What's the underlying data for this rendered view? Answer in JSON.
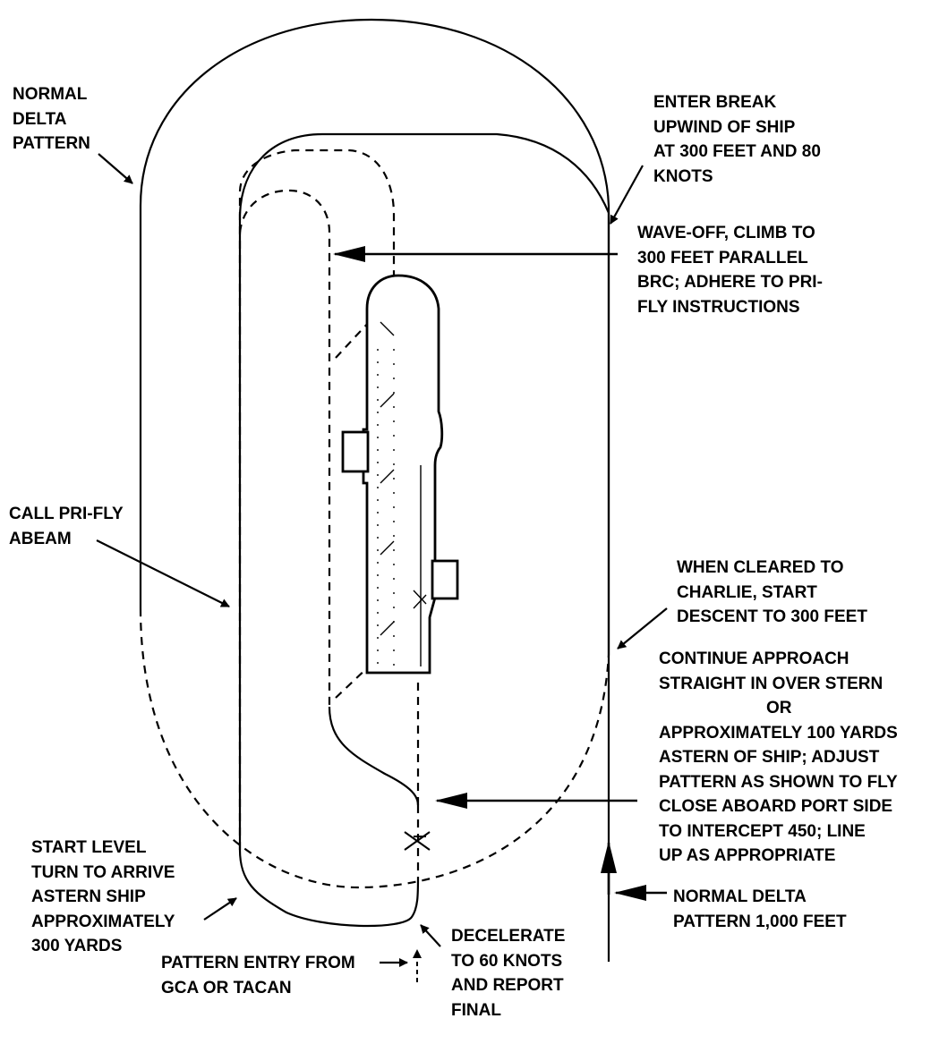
{
  "labels": {
    "normal_delta_pattern": [
      "NORMAL",
      "DELTA",
      "PATTERN"
    ],
    "enter_break": [
      "ENTER BREAK",
      "UPWIND OF SHIP",
      "AT 300 FEET AND 80",
      "KNOTS"
    ],
    "wave_off": [
      "WAVE-OFF, CLIMB TO",
      "300 FEET PARALLEL",
      "BRC; ADHERE TO PRI-",
      "FLY INSTRUCTIONS"
    ],
    "call_prifly": [
      "CALL PRI-FLY",
      "ABEAM"
    ],
    "when_cleared": [
      "WHEN CLEARED TO",
      "CHARLIE, START",
      "DESCENT TO 300 FEET"
    ],
    "continue_approach": [
      "CONTINUE APPROACH",
      "STRAIGHT IN OVER STERN",
      "OR",
      "APPROXIMATELY 100 YARDS",
      "ASTERN OF SHIP; ADJUST",
      "PATTERN AS SHOWN TO FLY",
      "CLOSE ABOARD PORT SIDE",
      "TO INTERCEPT 450; LINE",
      "UP AS APPROPRIATE"
    ],
    "start_level_turn": [
      "START LEVEL",
      "TURN TO ARRIVE",
      "ASTERN SHIP",
      "APPROXIMATELY",
      "300 YARDS"
    ],
    "pattern_entry": [
      "PATTERN ENTRY FROM",
      "GCA OR TACAN"
    ],
    "decelerate": [
      "DECELERATE",
      "TO 60 KNOTS",
      "AND REPORT",
      "FINAL"
    ],
    "normal_delta_1000": [
      "NORMAL DELTA",
      "PATTERN 1,000 FEET"
    ]
  },
  "colors": {
    "ink": "#000000",
    "paper": "#ffffff"
  }
}
